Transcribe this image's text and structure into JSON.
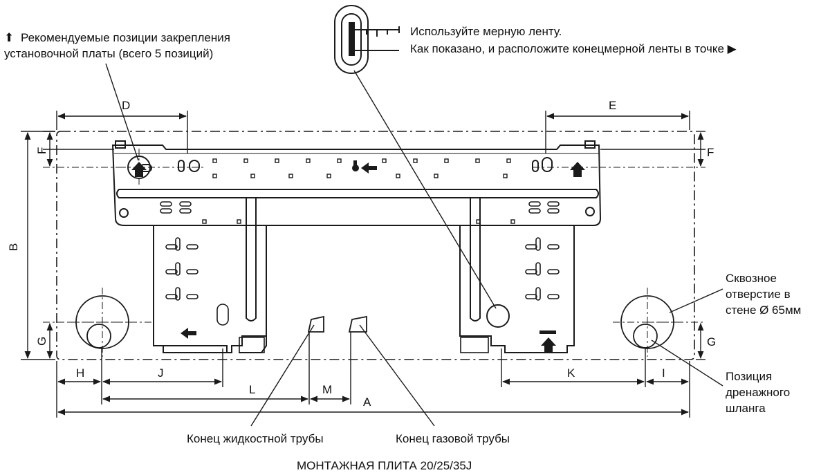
{
  "header": {
    "recommend_marker": "⬆",
    "recommend_line1": "Рекомендуемые позиции закрепления",
    "recommend_line2": "установочной платы (всего 5 позиций)",
    "tape_line1": "Используйте мерную ленту.",
    "tape_line2": "Как показано, и расположите конецмерной ленты в точке ▶"
  },
  "dimensions": {
    "A": "A",
    "B": "B",
    "D": "D",
    "E": "E",
    "F_left": "F",
    "F_right": "F",
    "G_left": "G",
    "G_right": "G",
    "H": "H",
    "I": "I",
    "J": "J",
    "K": "K",
    "L": "L",
    "M": "M"
  },
  "callouts": {
    "hole_line1": "Сквозное",
    "hole_line2": "отверстие в",
    "hole_line3": "стене Ø 65мм",
    "drain_line1": "Позиция",
    "drain_line2": "дренажного",
    "drain_line3": "шланга",
    "liquid_pipe": "Конец жидкостной трубы",
    "gas_pipe": "Конец газовой трубы"
  },
  "caption": "МОНТАЖНАЯ ПЛИТА 20/25/35J",
  "colors": {
    "line": "#1a1a1a",
    "background": "#ffffff"
  }
}
